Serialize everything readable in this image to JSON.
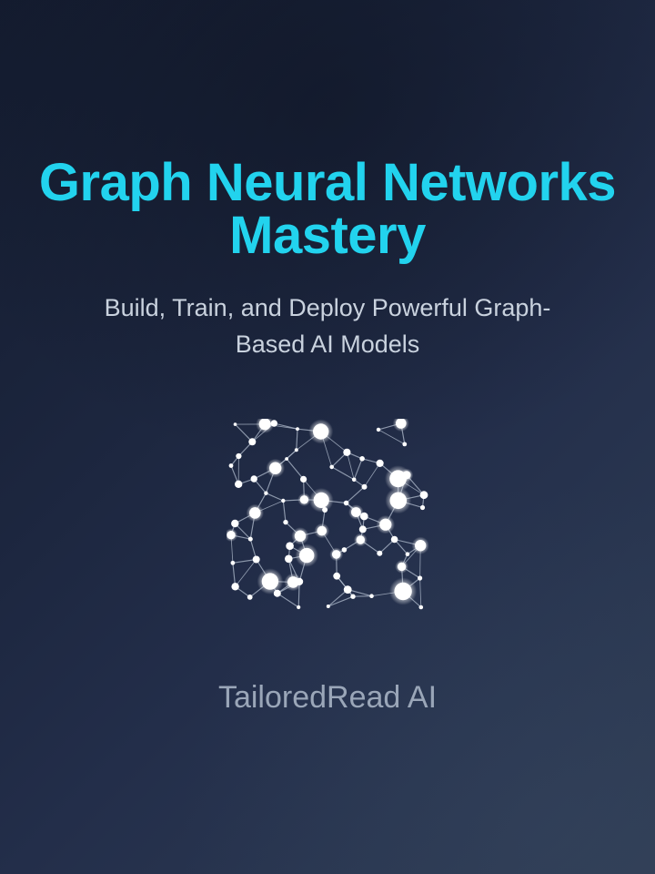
{
  "cover": {
    "title_line1": "Graph Neural Networks",
    "title_line2": "Mastery",
    "subtitle_line1": "Build, Train, and Deploy Powerful Graph-",
    "subtitle_line2": "Based AI Models",
    "author": "TailoredRead AI",
    "colors": {
      "background_top_left": "#141c30",
      "background_bottom_right": "#2f3d54",
      "title": "#22d3ee",
      "subtitle": "#c9d2de",
      "author": "#9aa6b8",
      "node_fill": "#ffffff",
      "edge_stroke": "#b9c4d4"
    },
    "artwork": {
      "name": "network-graph-illustration",
      "description": "Dense node-link network graph with white circular nodes of varying sizes connected by thin light-gray edges"
    }
  }
}
